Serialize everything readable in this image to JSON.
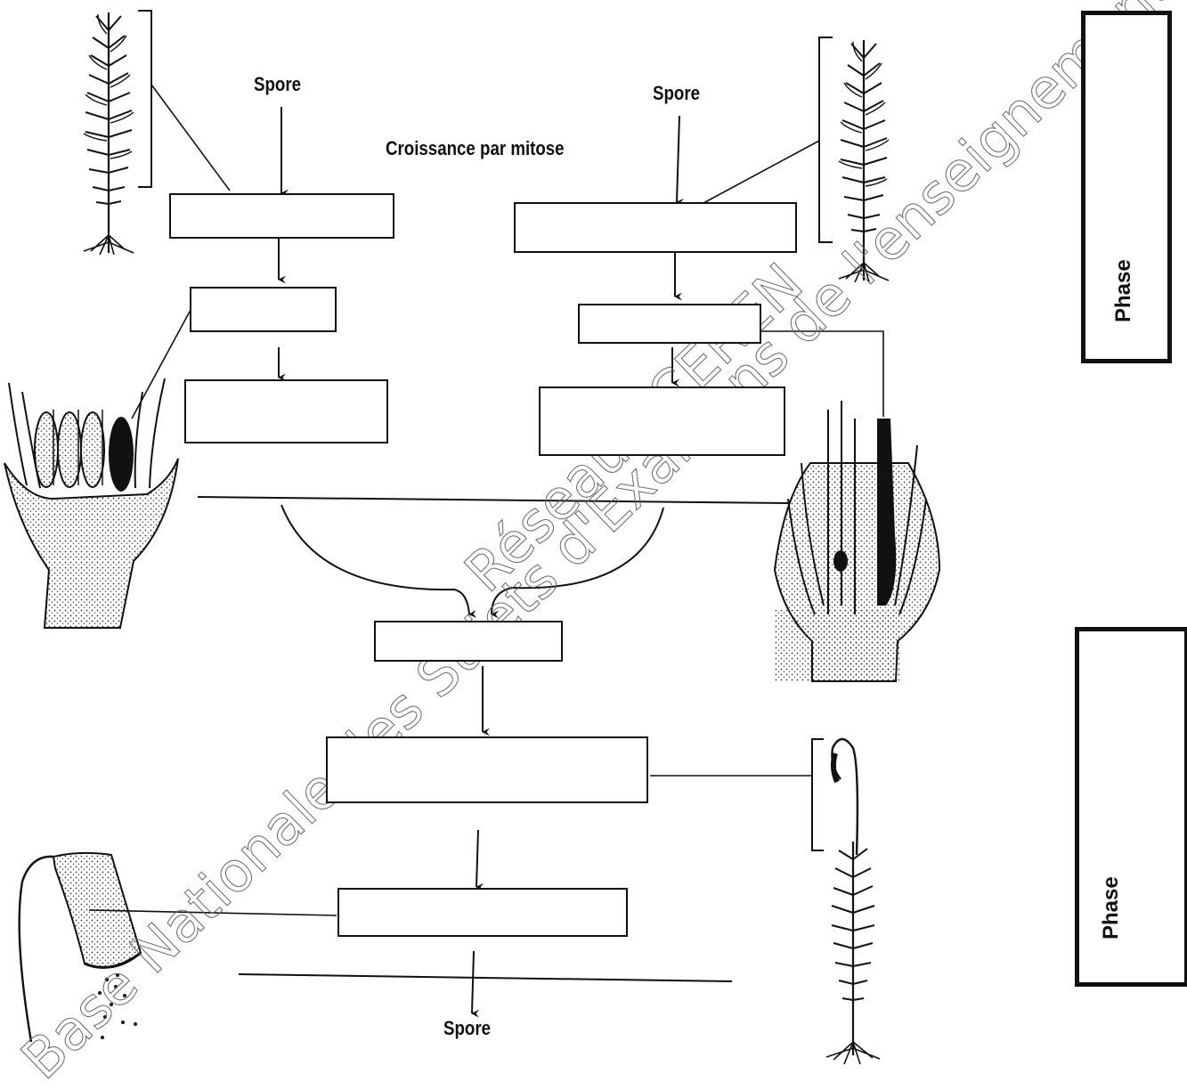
{
  "labels": {
    "spore_left": "Spore",
    "spore_right": "Spore",
    "spore_bottom": "Spore",
    "growth": "Croissance par mitose"
  },
  "phases": {
    "top": "Phase",
    "bottom": "Phase"
  },
  "watermark": {
    "line1": "Base Nationale des Sujets d'Examens de l'enseignement pr",
    "line2": "Réseau SCEREN"
  }
}
